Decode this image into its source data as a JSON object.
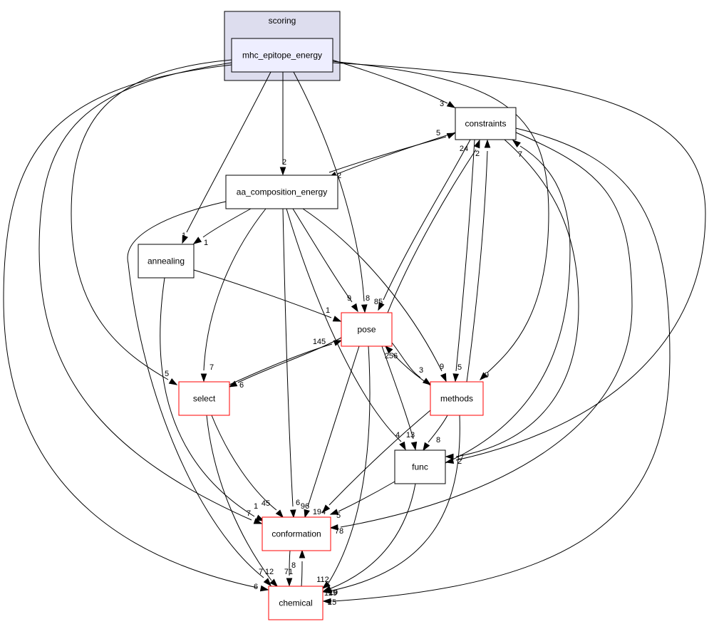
{
  "cluster": {
    "label": "scoring",
    "fill": "#ddddee",
    "stroke": "#000000"
  },
  "nodes": {
    "mhc": {
      "label": "mhc_epitope_energy",
      "style": "focus"
    },
    "constraints": {
      "label": "constraints",
      "style": "plain"
    },
    "aa_comp": {
      "label": "aa_composition_energy",
      "style": "plain"
    },
    "annealing": {
      "label": "annealing",
      "style": "plain"
    },
    "pose": {
      "label": "pose",
      "style": "red"
    },
    "select": {
      "label": "select",
      "style": "red"
    },
    "methods": {
      "label": "methods",
      "style": "red"
    },
    "func": {
      "label": "func",
      "style": "plain"
    },
    "conformation": {
      "label": "conformation",
      "style": "red"
    },
    "chemical": {
      "label": "chemical",
      "style": "red"
    }
  },
  "colors": {
    "focus_fill": "#eeeeff",
    "focus_stroke": "#000000",
    "plain_fill": "#ffffff",
    "plain_stroke": "#000000",
    "red_fill": "#ffffff",
    "red_stroke": "#ff0000",
    "edge": "#000000"
  },
  "edges": [
    {
      "from": "mhc",
      "to": "constraints",
      "weight": "3"
    },
    {
      "from": "mhc",
      "to": "aa_comp",
      "weight": "2"
    },
    {
      "from": "mhc",
      "to": "annealing",
      "weight": "1"
    },
    {
      "from": "mhc",
      "to": "pose",
      "weight": "8"
    },
    {
      "from": "mhc",
      "to": "select",
      "weight": "5"
    },
    {
      "from": "mhc",
      "to": "methods",
      "weight": "9"
    },
    {
      "from": "mhc",
      "to": "func",
      "weight": "7"
    },
    {
      "from": "mhc",
      "to": "conformation",
      "weight": "7"
    },
    {
      "from": "mhc",
      "to": "chemical",
      "weight": "6"
    },
    {
      "from": "constraints",
      "to": "aa_comp",
      "weight": "2"
    },
    {
      "from": "constraints",
      "to": "pose",
      "weight": "85"
    },
    {
      "from": "constraints",
      "to": "methods",
      "weight": "5"
    },
    {
      "from": "constraints",
      "to": "func",
      "weight": "2"
    },
    {
      "from": "constraints",
      "to": "conformation",
      "weight": "78"
    },
    {
      "from": "constraints",
      "to": "chemical",
      "weight": "25"
    },
    {
      "from": "aa_comp",
      "to": "constraints",
      "weight": "5"
    },
    {
      "from": "aa_comp",
      "to": "annealing",
      "weight": "1"
    },
    {
      "from": "aa_comp",
      "to": "pose",
      "weight": "9"
    },
    {
      "from": "aa_comp",
      "to": "select",
      "weight": "7"
    },
    {
      "from": "aa_comp",
      "to": "methods",
      "weight": "9"
    },
    {
      "from": "aa_comp",
      "to": "func",
      "weight": "4"
    },
    {
      "from": "aa_comp",
      "to": "conformation",
      "weight": "6"
    },
    {
      "from": "aa_comp",
      "to": "chemical",
      "weight": "7"
    },
    {
      "from": "annealing",
      "to": "pose",
      "weight": "1"
    },
    {
      "from": "annealing",
      "to": "conformation",
      "weight": "1"
    },
    {
      "from": "pose",
      "to": "constraints",
      "weight": "24"
    },
    {
      "from": "pose",
      "to": "select",
      "weight": "6"
    },
    {
      "from": "pose",
      "to": "methods",
      "weight": "3"
    },
    {
      "from": "pose",
      "to": "func",
      "weight": "13"
    },
    {
      "from": "pose",
      "to": "conformation",
      "weight": "96"
    },
    {
      "from": "pose",
      "to": "chemical",
      "weight": "112"
    },
    {
      "from": "select",
      "to": "pose",
      "weight": "145"
    },
    {
      "from": "select",
      "to": "conformation",
      "weight": "45"
    },
    {
      "from": "select",
      "to": "chemical",
      "weight": "12"
    },
    {
      "from": "methods",
      "to": "constraints",
      "weight": "2"
    },
    {
      "from": "methods",
      "to": "pose",
      "weight": "256"
    },
    {
      "from": "methods",
      "to": "func",
      "weight": "8"
    },
    {
      "from": "methods",
      "to": "conformation",
      "weight": "194"
    },
    {
      "from": "methods",
      "to": "chemical",
      "weight": "129"
    },
    {
      "from": "func",
      "to": "constraints",
      "weight": "7"
    },
    {
      "from": "func",
      "to": "conformation",
      "weight": "5"
    },
    {
      "from": "func",
      "to": "chemical",
      "weight": "19"
    },
    {
      "from": "conformation",
      "to": "chemical",
      "weight": "71"
    },
    {
      "from": "chemical",
      "to": "conformation",
      "weight": "8"
    }
  ]
}
